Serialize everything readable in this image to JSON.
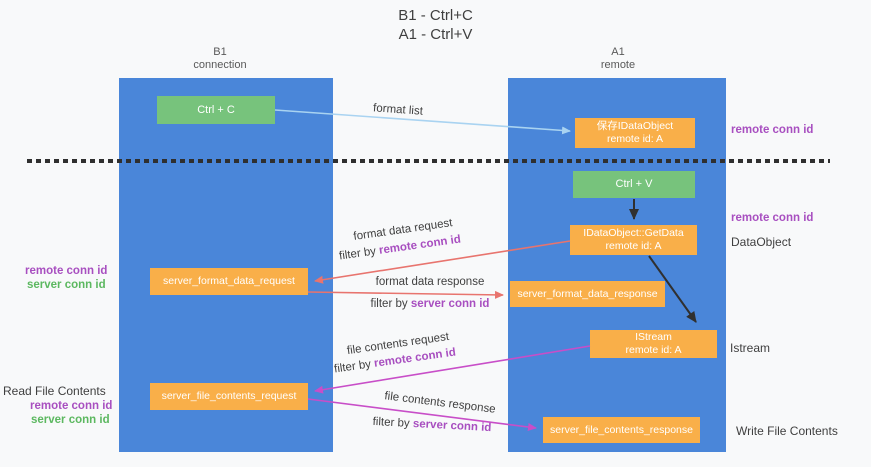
{
  "title": {
    "line1": "B1 - Ctrl+C",
    "line2": "A1 - Ctrl+V"
  },
  "columns": {
    "left": {
      "name": "B1",
      "role": "connection"
    },
    "right": {
      "name": "A1",
      "role": "remote"
    }
  },
  "boxes": {
    "ctrl_c": "Ctrl + C",
    "ctrl_v": "Ctrl + V",
    "save_dataobject": {
      "line1": "保存IDataObject",
      "line2": "remote id: A"
    },
    "getdata": {
      "line1": "IDataObject::GetData",
      "line2": "remote id: A"
    },
    "istream": {
      "line1": "IStream",
      "line2": "remote id: A"
    },
    "server_format_data_request": "server_format_data_request",
    "server_format_data_response": "server_format_data_response",
    "server_file_contents_request": "server_file_contents_request",
    "server_file_contents_response": "server_file_contents_response"
  },
  "arrow_labels": {
    "format_list": "format list",
    "format_data_request": "format data request",
    "format_data_response": "format data response",
    "file_contents_request": "file contents request",
    "file_contents_response": "file contents response",
    "filter_by": "filter by ",
    "remote_conn_id": "remote conn id",
    "server_conn_id": "server conn id"
  },
  "side_labels": {
    "remote_conn_id": "remote conn id",
    "server_conn_id": "server conn id",
    "dataobject": "DataObject",
    "istream": "Istream",
    "read_file_contents": "Read File Contents",
    "write_file_contents": "Write File Contents"
  },
  "colors": {
    "lifeline_blue": "#4a86d9",
    "box_green": "#77c37c",
    "box_orange": "#f9af49",
    "arrow_light_blue": "#a9d3f1",
    "arrow_black": "#303030",
    "arrow_salmon": "#e8746e",
    "arrow_magenta": "#c84ec8",
    "label_purple": "#a84fc0",
    "label_green": "#5cb860",
    "background": "#f8f9fa"
  }
}
